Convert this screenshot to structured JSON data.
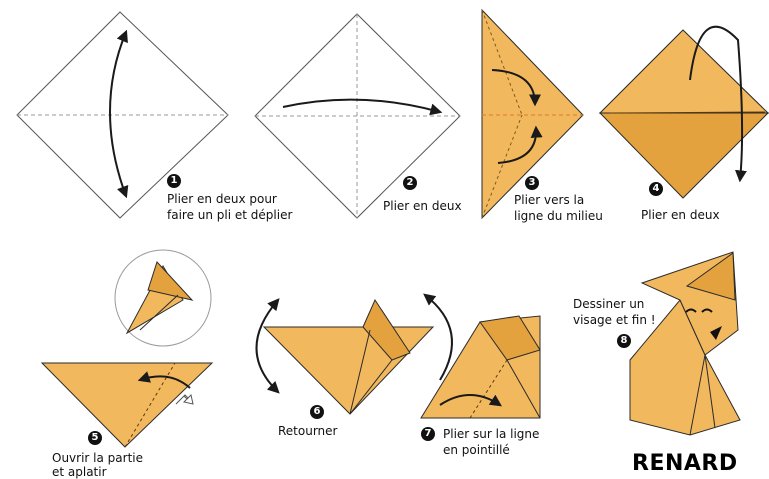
{
  "title": "RENARD",
  "steps": [
    {
      "number": "1",
      "caption": [
        "Plier en deux pour",
        "faire un pli et déplier"
      ]
    },
    {
      "number": "2",
      "caption": [
        "Plier en deux"
      ]
    },
    {
      "number": "3",
      "caption": [
        "Plier vers la",
        "ligne du milieu"
      ]
    },
    {
      "number": "4",
      "caption": [
        "Plier en deux"
      ]
    },
    {
      "number": "5",
      "caption": [
        "Ouvrir la partie",
        "et aplatir"
      ]
    },
    {
      "number": "6",
      "caption": [
        "Retourner"
      ]
    },
    {
      "number": "7",
      "caption": [
        "Plier sur la ligne",
        "en pointillé"
      ]
    },
    {
      "number": "8",
      "caption": [
        "Dessiner un",
        "visage et fin !"
      ]
    }
  ],
  "colors": {
    "paper": "#F2B85E",
    "paper_dark": "#E3A23E",
    "outline": "#2b2b2b",
    "crease": "#9a9a9a",
    "arrow": "#1a1a1a"
  },
  "icons": {
    "open_hand": "outline-arrow-icon"
  }
}
